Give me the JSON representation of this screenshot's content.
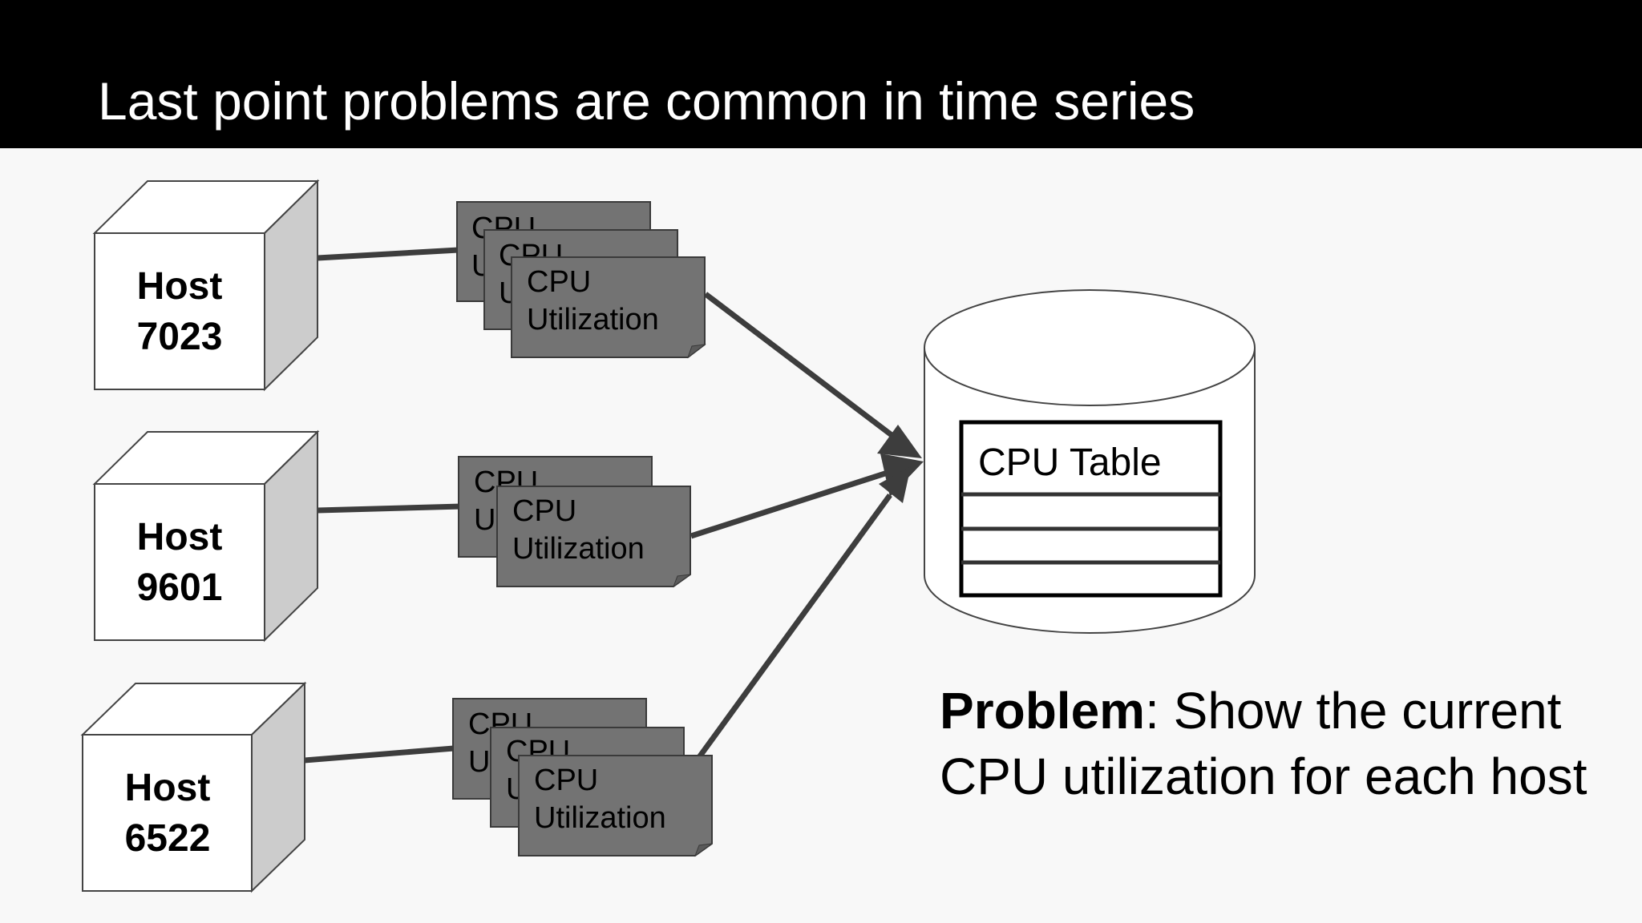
{
  "title": "Last point problems are common in time series",
  "hosts": [
    {
      "line1": "Host",
      "line2": "7023"
    },
    {
      "line1": "Host",
      "line2": "9601"
    },
    {
      "line1": "Host",
      "line2": "6522"
    }
  ],
  "doc_label": {
    "line1": "CPU",
    "line2": "Utilization"
  },
  "database": {
    "table_label": "CPU Table"
  },
  "problem": {
    "label": "Problem",
    "text": ":  Show the current CPU utilization for each host"
  },
  "colors": {
    "header": "#000000",
    "background": "#f8f8f8",
    "doc_fill": "#737373",
    "arrow": "#3d3d3d",
    "cube_side": "#cccccc"
  }
}
